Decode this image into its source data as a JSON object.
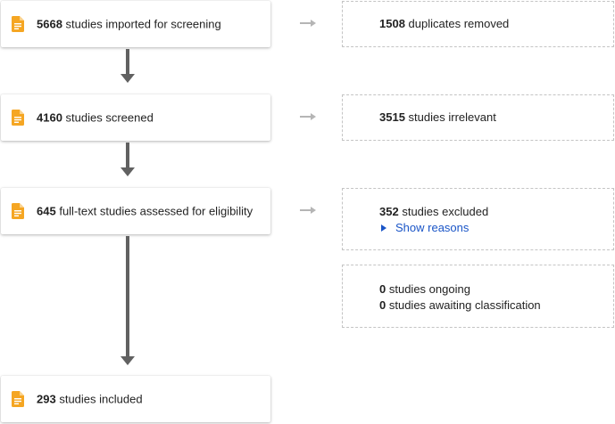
{
  "flow": {
    "imported": {
      "count": "5668",
      "label": "studies imported for screening",
      "icon": "document-icon"
    },
    "screened": {
      "count": "4160",
      "label": "studies screened",
      "icon": "document-icon"
    },
    "fulltext": {
      "count": "645",
      "label": "full-text studies assessed for eligibility",
      "icon": "document-icon"
    },
    "included": {
      "count": "293",
      "label": "studies included",
      "icon": "document-icon"
    }
  },
  "side": {
    "duplicates": {
      "count": "1508",
      "label": "duplicates removed"
    },
    "irrelevant": {
      "count": "3515",
      "label": "studies irrelevant"
    },
    "excluded": {
      "count": "352",
      "label": "studies excluded",
      "link": "Show reasons"
    },
    "ongoing": {
      "count": "0",
      "label": "studies ongoing"
    },
    "awaiting": {
      "count": "0",
      "label": "studies awaiting classification"
    }
  },
  "colors": {
    "icon": "#f5a623",
    "arrow_main": "#616161",
    "arrow_side": "#b5b5b5",
    "link": "#1a55c7"
  }
}
